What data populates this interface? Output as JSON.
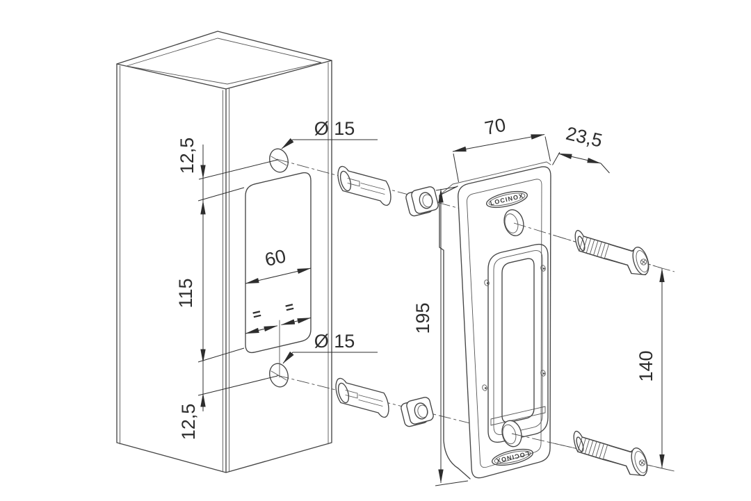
{
  "background": "#ffffff",
  "line_color": "#454545",
  "dim_color": "#2d2d2d",
  "brand": {
    "top_badge": "LOCINOX",
    "bottom_badge": "LOCINOX"
  },
  "dims": {
    "post_top_hole_offset": "12,5",
    "post_recess_height": "115",
    "post_recess_width": "60",
    "post_top_hole_dia": "Ø 15",
    "post_bottom_hole_dia": "Ø 15",
    "post_bottom_hole_offset": "12,5",
    "equal_left": "=",
    "equal_right": "=",
    "plate_height": "195",
    "plate_width": "70",
    "plate_depth": "23,5",
    "screw_spacing": "140"
  }
}
